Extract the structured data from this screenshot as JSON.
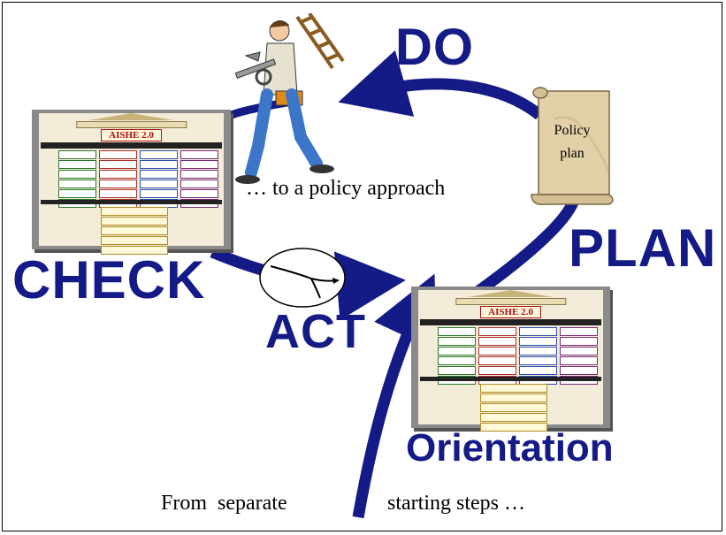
{
  "labels": {
    "do": "DO",
    "check": "CHECK",
    "act": "ACT",
    "plan": "PLAN",
    "orientation": "Orientation"
  },
  "scroll": {
    "text": "Policy\nplan",
    "line1": "Policy",
    "line2": "plan"
  },
  "captions": {
    "policy_approach": "… to a policy approach",
    "from_separate": "From  separate",
    "starting_steps": "starting steps …"
  },
  "card": {
    "title": "AISHE 2.0"
  },
  "colors": {
    "arrow": "#141a86",
    "label": "#141a86",
    "card_bg": "#8a8a8a",
    "scroll": "#e2d1a8"
  },
  "icons": [
    "worker-with-tools-icon",
    "policy-scroll-icon",
    "fork-decision-icon"
  ]
}
